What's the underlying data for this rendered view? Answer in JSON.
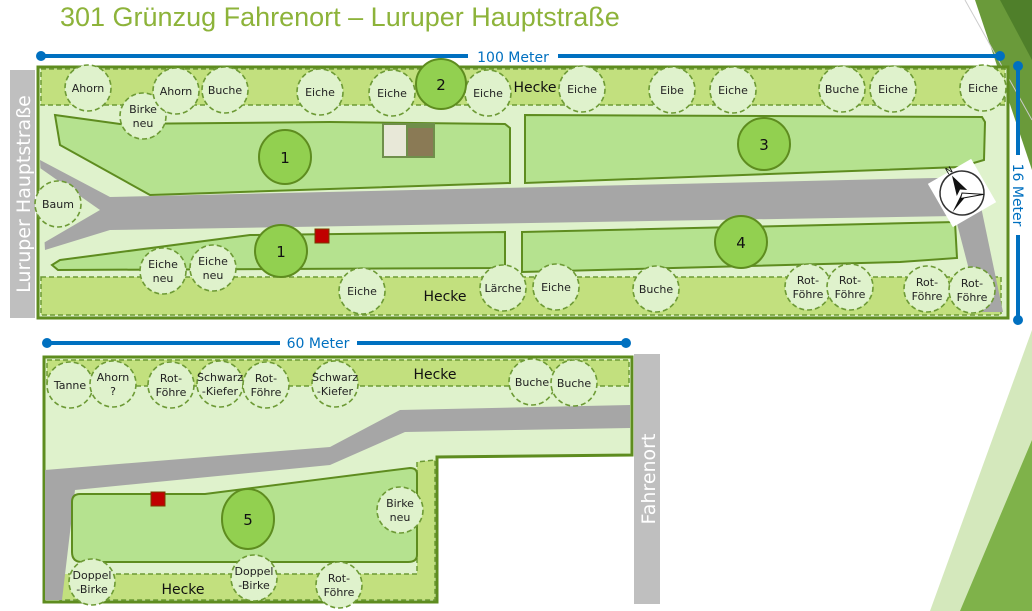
{
  "title": "301 Grünzug Fahrenort – Luruper Hauptstraße",
  "scales": {
    "top": "100 Meter",
    "right": "16 Meter",
    "bottom": "60 Meter"
  },
  "streets": {
    "left": "Luruper Hauptstraße",
    "right": "Fahrenort"
  },
  "hedges": {
    "top_upper": "Hecke",
    "top_lower": "Hecke",
    "bottom_upper": "Hecke",
    "bottom_lower": "Hecke"
  },
  "areas": [
    "1",
    "2",
    "3",
    "4",
    "1",
    "5"
  ],
  "trees_upper": [
    [
      "Ahorn"
    ],
    [
      "Birke",
      "neu"
    ],
    [
      "Ahorn"
    ],
    [
      "Buche"
    ],
    [
      "Eiche"
    ],
    [
      "Eiche"
    ],
    [
      "Eiche"
    ],
    [
      "Eiche"
    ],
    [
      "Eibe"
    ],
    [
      "Eiche"
    ],
    [
      "Buche"
    ],
    [
      "Eiche"
    ],
    [
      "Eiche"
    ],
    [
      "Baum"
    ],
    [
      "Eiche",
      "neu"
    ],
    [
      "Eiche",
      "neu"
    ],
    [
      "Eiche"
    ],
    [
      "Lärche"
    ],
    [
      "Eiche"
    ],
    [
      "Buche"
    ],
    [
      "Rot-",
      "Föhre"
    ],
    [
      "Rot-",
      "Föhre"
    ],
    [
      "Rot-",
      "Föhre"
    ],
    [
      "Rot-",
      "Föhre"
    ]
  ],
  "trees_lower": [
    [
      "Tanne"
    ],
    [
      "Ahorn",
      "?"
    ],
    [
      "Rot-",
      "Föhre"
    ],
    [
      "Schwarz",
      "-Kiefer"
    ],
    [
      "Rot-",
      "Föhre"
    ],
    [
      "Schwarz",
      "-Kiefer"
    ],
    [
      "Buche"
    ],
    [
      "Buche"
    ],
    [
      "Birke",
      "neu"
    ],
    [
      "Doppel",
      "-Birke"
    ],
    [
      "Doppel",
      "-Birke"
    ],
    [
      "Rot-",
      "Föhre"
    ]
  ],
  "colors": {
    "title": "#8db33a",
    "scale": "#0070c0",
    "border": "#5e8c1f",
    "lawn": "#dff2cc",
    "hedge": "#c2e07e",
    "bed": "#b5e28f",
    "area": "#92d050",
    "path": "#a6a6a6"
  }
}
